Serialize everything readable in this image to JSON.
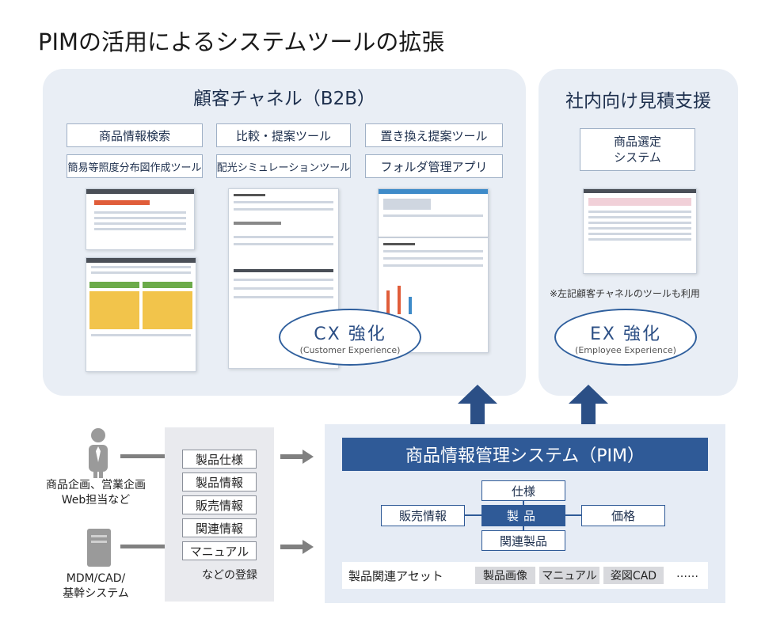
{
  "title": "PIMの活用によるシステムツールの拡張",
  "b2b": {
    "title": "顧客チャネル（B2B）",
    "tools": [
      "商品情報検索",
      "比較・提案ツール",
      "置き換え提案ツール",
      "簡易等照度分布図作成ツール",
      "配光シミュレーションツール",
      "フォルダ管理アプリ"
    ],
    "badge_main": "CX 強化",
    "badge_sub": "(Customer Experience)"
  },
  "internal": {
    "title": "社内向け見積支援",
    "tool": "商品選定\nシステム",
    "note": "※左記顧客チャネルのツールも利用",
    "badge_main": "EX 強化",
    "badge_sub": "(Employee Experience)"
  },
  "sources": {
    "person_label": "商品企画、営業企画\nWeb担当など",
    "system_label": "MDM/CAD/\n基幹システム"
  },
  "registration": {
    "items": [
      "製品仕様",
      "製品情報",
      "販売情報",
      "関連情報",
      "マニュアル"
    ],
    "footer": "などの登録"
  },
  "pim": {
    "header": "商品情報管理システム（PIM）",
    "center": "製品",
    "top": "仕様",
    "left": "販売情報",
    "right": "価格",
    "bottom": "関連製品",
    "assets_label": "製品関連アセット",
    "assets": [
      "製品画像",
      "マニュアル",
      "姿図CAD"
    ],
    "ellipsis": "……"
  },
  "colors": {
    "accent": "#2f5a97",
    "panel": "#e9eef5",
    "arrow": "#2b4f86"
  }
}
